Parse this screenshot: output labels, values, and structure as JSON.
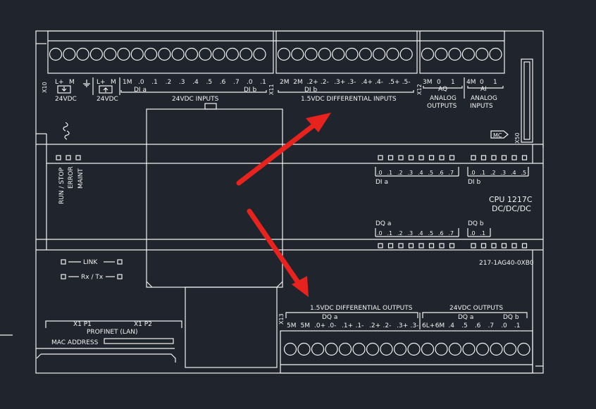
{
  "top_terminal_labels": {
    "x10": "X10",
    "l_plus_1": "L+",
    "m_1": "M",
    "l_plus_2": "L+",
    "m_2": "M",
    "one_m": "1M",
    "di_a_pins": [
      ".0",
      ".1",
      ".2",
      ".3",
      ".4",
      ".5",
      ".6",
      ".7"
    ],
    "di_b_pins": [
      ".0",
      ".1"
    ],
    "di_a": "DI a",
    "di_b": "DI b",
    "supply_1": "24VDC",
    "supply_2": "24VDC",
    "inputs_24": "24VDC INPUTS",
    "x11": "X11",
    "diff_pins": [
      "2M",
      "2M",
      ".2+",
      ".2-",
      ".3+",
      ".3-",
      ".4+",
      ".4-",
      ".5+",
      ".5-"
    ],
    "diff_di_b": "DI b",
    "diff_inputs": "1.5VDC DIFFERENTIAL INPUTS",
    "x12": "X12",
    "aq_pins": [
      "3M",
      "0",
      "1"
    ],
    "aq": "AQ",
    "analog_outputs_1": "ANALOG",
    "analog_outputs_2": "OUTPUTS",
    "ai_pins": [
      "4M",
      "0",
      "1"
    ],
    "ai": "AI",
    "analog_inputs_1": "ANALOG",
    "analog_inputs_2": "INPUTS"
  },
  "mc_label": "MC",
  "x50": "X50",
  "status": {
    "run_stop": "RUN / STOP",
    "error": "ERROR",
    "maint": "MAINT"
  },
  "led_rows": {
    "di_a_pins": [
      ".0",
      ".1",
      ".2",
      ".3",
      ".4",
      ".5",
      ".6",
      ".7"
    ],
    "di_a": "DI a",
    "di_b_pins": [
      ".0",
      ".1",
      ".2",
      ".3",
      ".4",
      ".5"
    ],
    "di_b": "DI b",
    "dq_a": "DQ a",
    "dq_a_pins": [
      ".0",
      ".1",
      ".2",
      ".3",
      ".4",
      ".5",
      ".6",
      ".7"
    ],
    "dq_b": "DQ b",
    "dq_b_pins": [
      ".0",
      ".1"
    ]
  },
  "cpu_model_1": "CPU 1217C",
  "cpu_model_2": "DC/DC/DC",
  "order_number": "217-1AG40-0XB0",
  "network": {
    "link": "LINK",
    "rxtx": "Rx / Tx",
    "x1p1": "X1 P1",
    "x1p2": "X1 P2",
    "profinet": "PROFINET (LAN)",
    "mac": "MAC ADDRESS"
  },
  "bottom_terminal_labels": {
    "diff_outputs": "1.5VDC DIFFERENTIAL OUTPUTS",
    "outputs_24": "24VDC OUTPUTS",
    "x13": "X13",
    "dq_a": "DQ a",
    "dq_b": "DQ b",
    "diff_pins": [
      "5M",
      "5M",
      ".0+",
      ".0-",
      ".1+",
      ".1-",
      ".2+",
      ".2-",
      ".3+",
      ".3-"
    ],
    "out_pins": [
      "6L+",
      "6M",
      ".4",
      ".5",
      ".6",
      ".7",
      ".0",
      ".1"
    ]
  },
  "colors": {
    "background": "#20252d",
    "line": "#f2f2f2",
    "arrow": "#e8231e"
  }
}
